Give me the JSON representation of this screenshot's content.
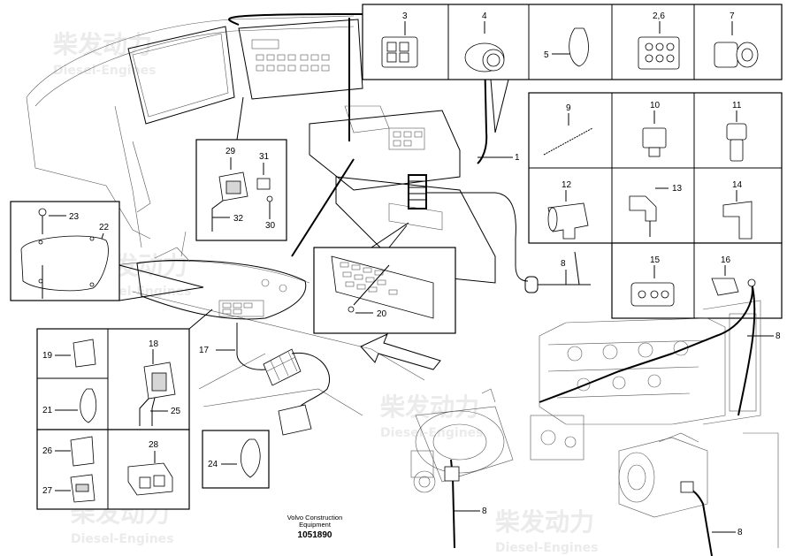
{
  "figure": {
    "publisher": "Volvo Construction Equipment",
    "publisher_line1": "Volvo Construction",
    "publisher_line2": "Equipment",
    "drawing_number": "1051890",
    "watermark_text": "Diesel-Engines",
    "watermark_logo_text": "柴发动力"
  },
  "callouts": {
    "c1": "1",
    "c2_6": "2,6",
    "c3": "3",
    "c4": "4",
    "c5": "5",
    "c7": "7",
    "c8a": "8",
    "c8b": "8",
    "c8c": "8",
    "c8d": "8",
    "c9": "9",
    "c10": "10",
    "c11": "11",
    "c12": "12",
    "c13": "13",
    "c14": "14",
    "c15": "15",
    "c16": "16",
    "c17": "17",
    "c18": "18",
    "c19": "19",
    "c20": "20",
    "c21": "21",
    "c22": "22",
    "c23": "23",
    "c24": "24",
    "c25": "25",
    "c26": "26",
    "c27": "27",
    "c28": "28",
    "c29": "29",
    "c30": "30",
    "c31": "31",
    "c32": "32"
  }
}
